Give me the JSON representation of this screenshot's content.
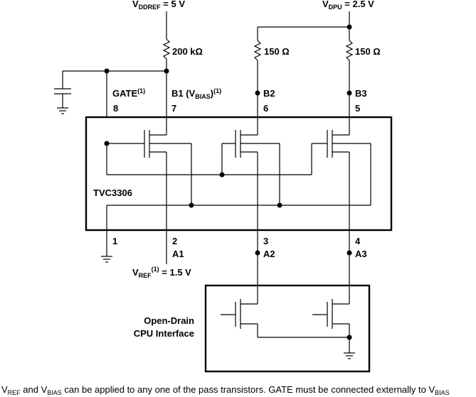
{
  "supplies": {
    "vddref": {
      "main": "V",
      "sub": "DDREF",
      "rest": " = 5 V"
    },
    "vdpu": {
      "main": "V",
      "sub": "DPU",
      "rest": " = 2.5 V"
    },
    "vref": {
      "main": "V",
      "sub": "REF",
      "sup": "(1)",
      "rest": " = 1.5 V"
    }
  },
  "resistors": {
    "r1": "200 kΩ",
    "r2": "150 Ω",
    "r3": "150 Ω"
  },
  "device": {
    "name": "TVC3306"
  },
  "pins": {
    "gate": {
      "label": "GATE",
      "sup": "(1)",
      "number": "8"
    },
    "b1": {
      "label_pre": "B1 (V",
      "label_sub": "BIAS",
      "label_post": ")",
      "sup": "(1)",
      "number": "7"
    },
    "b2": {
      "label": "B2",
      "number": "6"
    },
    "b3": {
      "label": "B3",
      "number": "5"
    },
    "gnd": {
      "number": "1"
    },
    "a1": {
      "label": "A1",
      "number": "2"
    },
    "a2": {
      "label": "A2",
      "number": "3"
    },
    "a3": {
      "label": "A3",
      "number": "4"
    }
  },
  "cpu": {
    "line1": "Open-Drain",
    "line2": "CPU Interface"
  },
  "footnote": {
    "v1": "V",
    "v1_sub": "REF",
    "mid1": " and V",
    "v2_sub": "BIAS",
    "mid2": " can be applied to any one of the pass transistors. GATE must be connected externally to V",
    "v3_sub": "BIAS"
  }
}
